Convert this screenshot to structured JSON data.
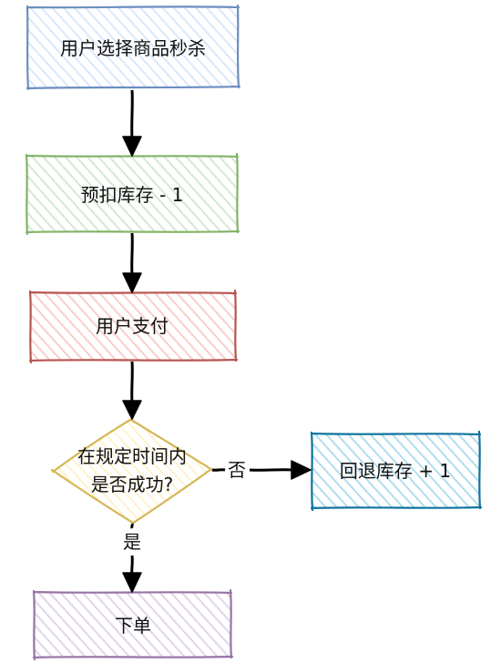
{
  "nodes": {
    "select": {
      "label": "用户选择商品秒杀",
      "color": "#6c8ebf",
      "fill": "#dae8fc"
    },
    "deduct": {
      "label": "预扣库存 - 1",
      "color": "#82b366",
      "fill": "#d5e8d4"
    },
    "pay": {
      "label": "用户支付",
      "color": "#b85450",
      "fill": "#f8cecc"
    },
    "decision": {
      "line1": "在规定时间内",
      "line2": "是否成功?",
      "color": "#d6b656",
      "fill": "#fff2cc"
    },
    "rollback": {
      "label": "回退库存 + 1",
      "color": "#10739e",
      "fill": "#b1ddf0"
    },
    "order": {
      "label": "下单",
      "color": "#9673a6",
      "fill": "#e1d5e7"
    }
  },
  "edges": {
    "no_label": "否",
    "yes_label": "是"
  }
}
